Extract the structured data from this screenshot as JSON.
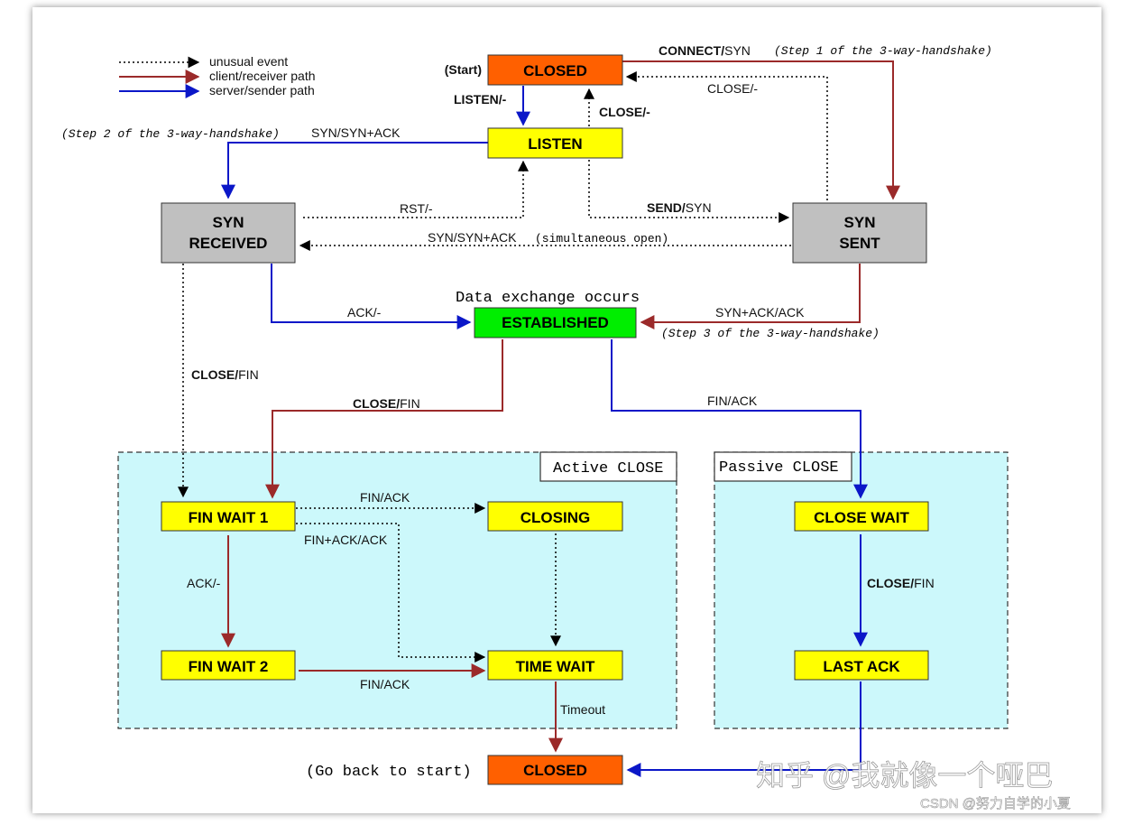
{
  "legend": {
    "unusual": "unusual event",
    "client": "client/receiver path",
    "server": "server/sender path"
  },
  "colors": {
    "client_path": "#9b2a2a",
    "server_path": "#0b17c8",
    "unusual_path": "#000000",
    "closed_fill": "#ff6000",
    "listen_fill": "#ffff00",
    "syn_fill": "#c0c0c0",
    "established_fill": "#00ee00",
    "close_region_fill": "#ccf8fb"
  },
  "states": {
    "closed_top": "CLOSED",
    "listen": "LISTEN",
    "syn_received_1": "SYN",
    "syn_received_2": "RECEIVED",
    "syn_sent_1": "SYN",
    "syn_sent_2": "SENT",
    "established": "ESTABLISHED",
    "fin_wait_1": "FIN WAIT 1",
    "closing": "CLOSING",
    "fin_wait_2": "FIN WAIT 2",
    "time_wait": "TIME WAIT",
    "close_wait": "CLOSE WAIT",
    "last_ack": "LAST ACK",
    "closed_bottom": "CLOSED"
  },
  "regions": {
    "active_close": "Active CLOSE",
    "passive_close": "Passive CLOSE"
  },
  "labels": {
    "start": "(Start)",
    "go_back": "(Go back to start)",
    "data_exchange": "Data exchange occurs",
    "step1": "(Step 1 of the 3-way-handshake)",
    "step2": "(Step 2 of the 3-way-handshake)",
    "step3": "(Step 3 of the 3-way-handshake)",
    "connect_bold": "CONNECT/",
    "connect_rest": "SYN",
    "close_dash_top": "CLOSE/-",
    "listen_dash": "LISTEN/-",
    "close_dash_listen": "CLOSE/-",
    "syn_synack": "SYN/SYN+ACK",
    "rst": "RST/-",
    "send_bold": "SEND/",
    "send_rest": "SYN",
    "simultaneous_a": "SYN/SYN+ACK",
    "simultaneous_b": "(simultaneous open)",
    "ack_dash_est": "ACK/-",
    "synack_ack": "SYN+ACK/ACK",
    "close_fin_left_bold": "CLOSE/",
    "close_fin_left_rest": "FIN",
    "close_fin_mid_bold": "CLOSE/",
    "close_fin_mid_rest": "FIN",
    "fin_ack_est": "FIN/ACK",
    "fin_ack_fw1": "FIN/ACK",
    "finack_ack": "FIN+ACK/ACK",
    "ack_dash_fw1": "ACK/-",
    "fin_ack_fw2": "FIN/ACK",
    "timeout": "Timeout",
    "close_fin_cw_bold": "CLOSE/",
    "close_fin_cw_rest": "FIN"
  },
  "watermarks": {
    "zhihu": "知乎 @我就像一个哑巴",
    "csdn": "CSDN @努力自学的小夏"
  }
}
